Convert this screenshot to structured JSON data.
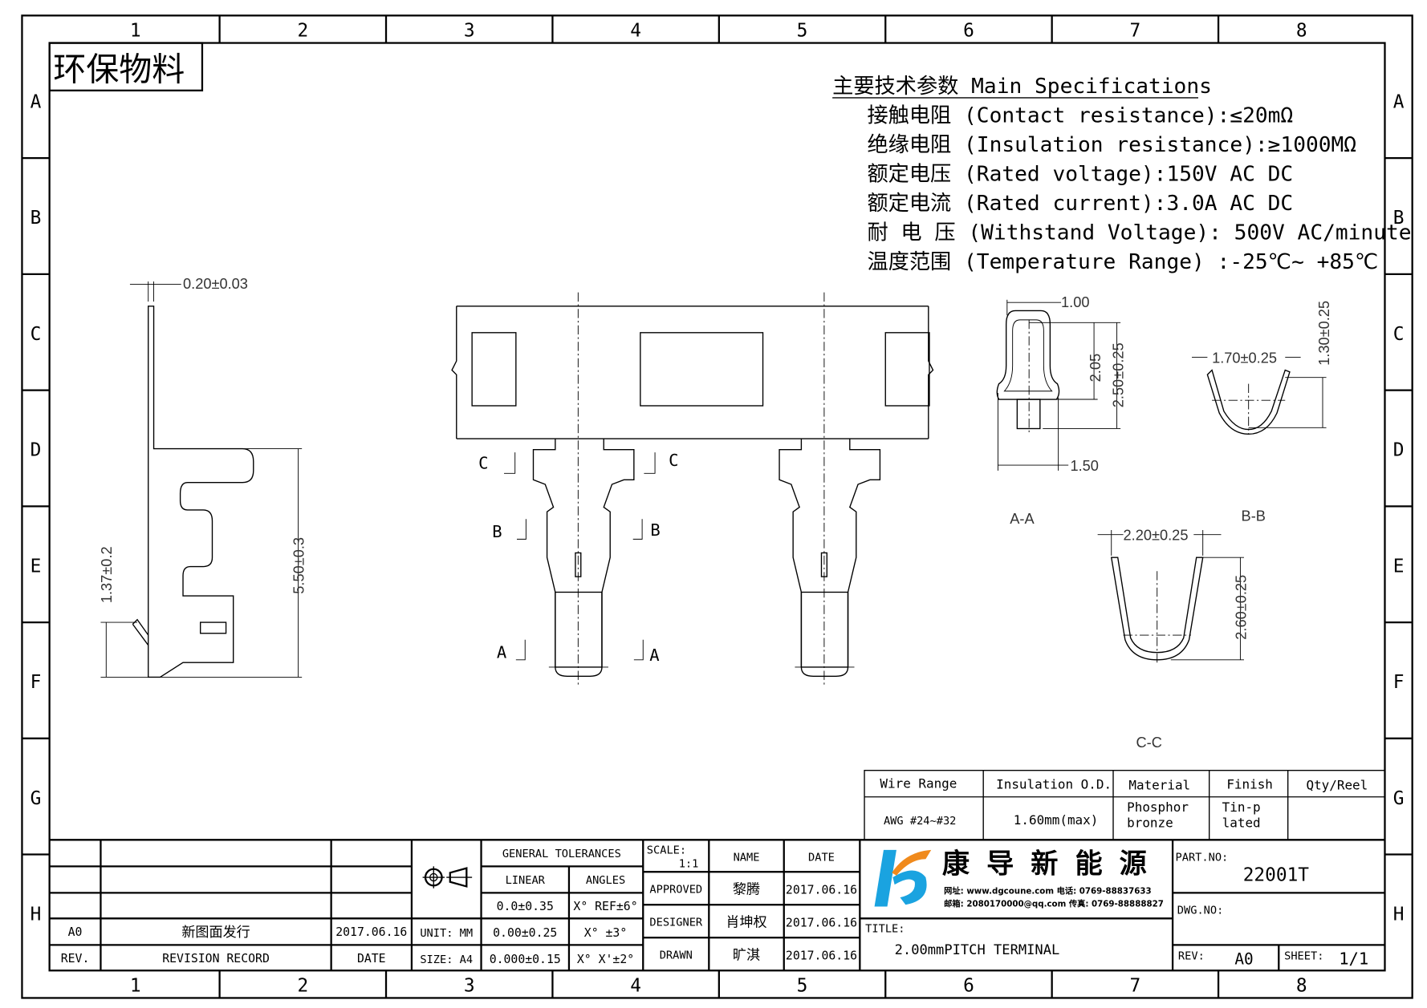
{
  "badge": "环保物料",
  "grid": {
    "cols": [
      "1",
      "2",
      "3",
      "4",
      "5",
      "6",
      "7",
      "8"
    ],
    "rows": [
      "A",
      "B",
      "C",
      "D",
      "E",
      "F",
      "G",
      "H"
    ]
  },
  "specs": {
    "title": "主要技术参数 Main Specifications",
    "lines": [
      "接触电阻 (Contact resistance):≤20mΩ",
      "绝缘电阻 (Insulation resistance):≥1000MΩ",
      "额定电压 (Rated voltage):150V AC DC",
      "额定电流 (Rated current):3.0A AC DC",
      "耐 电 压 (Withstand Voltage): 500V AC/minute",
      "温度范围 (Temperature Range) :-25℃~ +85℃"
    ]
  },
  "dims": {
    "thickness": "0.20±0.03",
    "height": "5.50±0.3",
    "offset": "1.37±0.2",
    "aa_w1": "1.00",
    "aa_h1": "2.05",
    "aa_h2": "2.50±0.25",
    "aa_w2": "1.50",
    "bb_w": "1.70±0.25",
    "bb_h": "1.30±0.25",
    "cc_w": "2.20±0.25",
    "cc_h": "2.60±0.25"
  },
  "section_labels": {
    "c": "C",
    "b": "B",
    "a": "A",
    "aa": "A-A",
    "bb": "B-B",
    "cc": "C-C"
  },
  "spec_table": {
    "headers": [
      "Wire Range",
      "Insulation O.D.",
      "Material",
      "Finish",
      "Qty/Reel"
    ],
    "values": [
      "AWG #24~#32",
      "1.60mm(max)",
      "Phosphor bronze",
      "Tin-plated",
      ""
    ]
  },
  "revision": {
    "rows": [
      {
        "rev": "A0",
        "record": "新图面发行",
        "date": "2017.06.16"
      }
    ],
    "header": {
      "rev": "REV.",
      "record": "REVISION RECORD",
      "date": "DATE"
    }
  },
  "tolerances": {
    "title": "GENERAL TOLERANCES",
    "linear": "LINEAR",
    "angles": "ANGLES",
    "unit": "UNIT: MM",
    "size": "SIZE: A4",
    "rows": [
      [
        "0.0±0.35",
        "X° REF±6°"
      ],
      [
        "0.00±0.25",
        "X° ±3°"
      ],
      [
        "0.000±0.15",
        "X° X'±2°"
      ]
    ]
  },
  "signoff": {
    "scale_label": "SCALE:",
    "scale": "1:1",
    "name": "NAME",
    "date": "DATE",
    "rows": [
      {
        "role": "APPROVED",
        "name": "黎腾",
        "date": "2017.06.16"
      },
      {
        "role": "DESIGNER",
        "name": "肖坤权",
        "date": "2017.06.16"
      },
      {
        "role": "DRAWN",
        "name": "旷淇",
        "date": "2017.06.16"
      }
    ]
  },
  "company": {
    "name": "康 导 新 能 源",
    "contact1": "网址: www.dgcoune.com  电话: 0769-88837633",
    "contact2": "邮箱: 2080170000@qq.com  传真: 0769-88888827"
  },
  "title_block": {
    "title_label": "TITLE:",
    "title": "2.00mmPITCH TERMINAL",
    "part_label": "PART.NO:",
    "part_no": "22001T",
    "dwg_label": "DWG.NO:",
    "rev_label": "REV:",
    "rev": "A0",
    "sheet_label": "SHEET:",
    "sheet": "1/1"
  },
  "colors": {
    "logo_blue": "#1aa3e0",
    "logo_orange": "#f08a1c"
  }
}
